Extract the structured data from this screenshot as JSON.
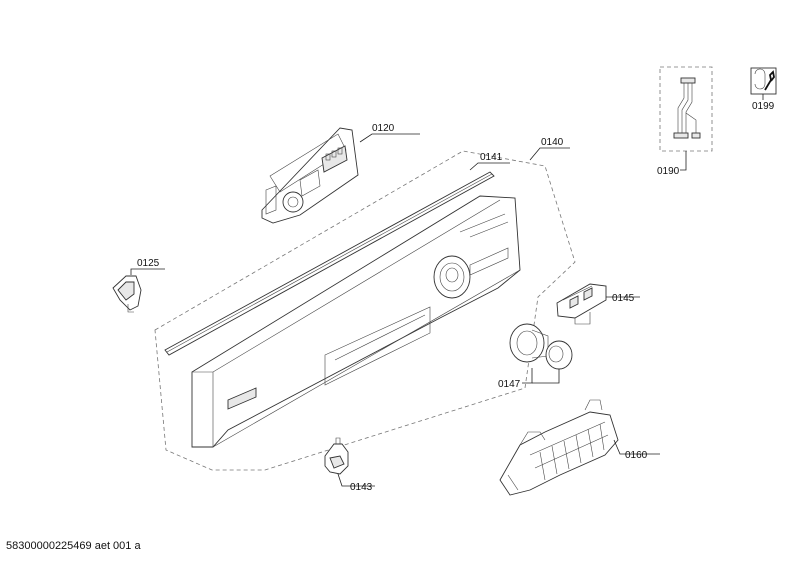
{
  "labels": {
    "p0120": "0120",
    "p0140": "0140",
    "p0141": "0141",
    "p0125": "0125",
    "p0145": "0145",
    "p0147": "0147",
    "p0143": "0143",
    "p0160": "0160",
    "p0190": "0190",
    "p0199": "0199"
  },
  "footer": {
    "document_id": "58300000225469 aet 001 a"
  }
}
